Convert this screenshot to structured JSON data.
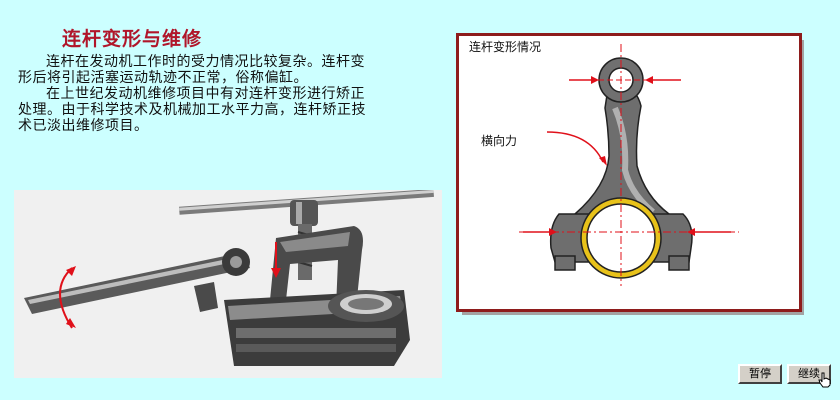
{
  "page": {
    "title": "连杆变形与维修",
    "paragraph_1": "连杆在发动机工作时的受力情况比较复杂。连杆变形后将引起活塞运动轨迹不正常，俗称偏缸。",
    "paragraph_2": "在上世纪发动机维修项目中有对连杆变形进行矫正处理。由于科学技术及机械加工水平力高，连杆矫正技术已淡出维修项目。"
  },
  "diagram": {
    "title": "连杆变形情况",
    "force_label": "横向力"
  },
  "controls": {
    "pause_label": "暂停",
    "continue_label": "继续"
  },
  "colors": {
    "background": "#ccffff",
    "title": "#b0162a",
    "diagram_border": "#8e1c1c",
    "force_arrow": "#e0101a",
    "bearing_shell": "#e8c21a"
  }
}
